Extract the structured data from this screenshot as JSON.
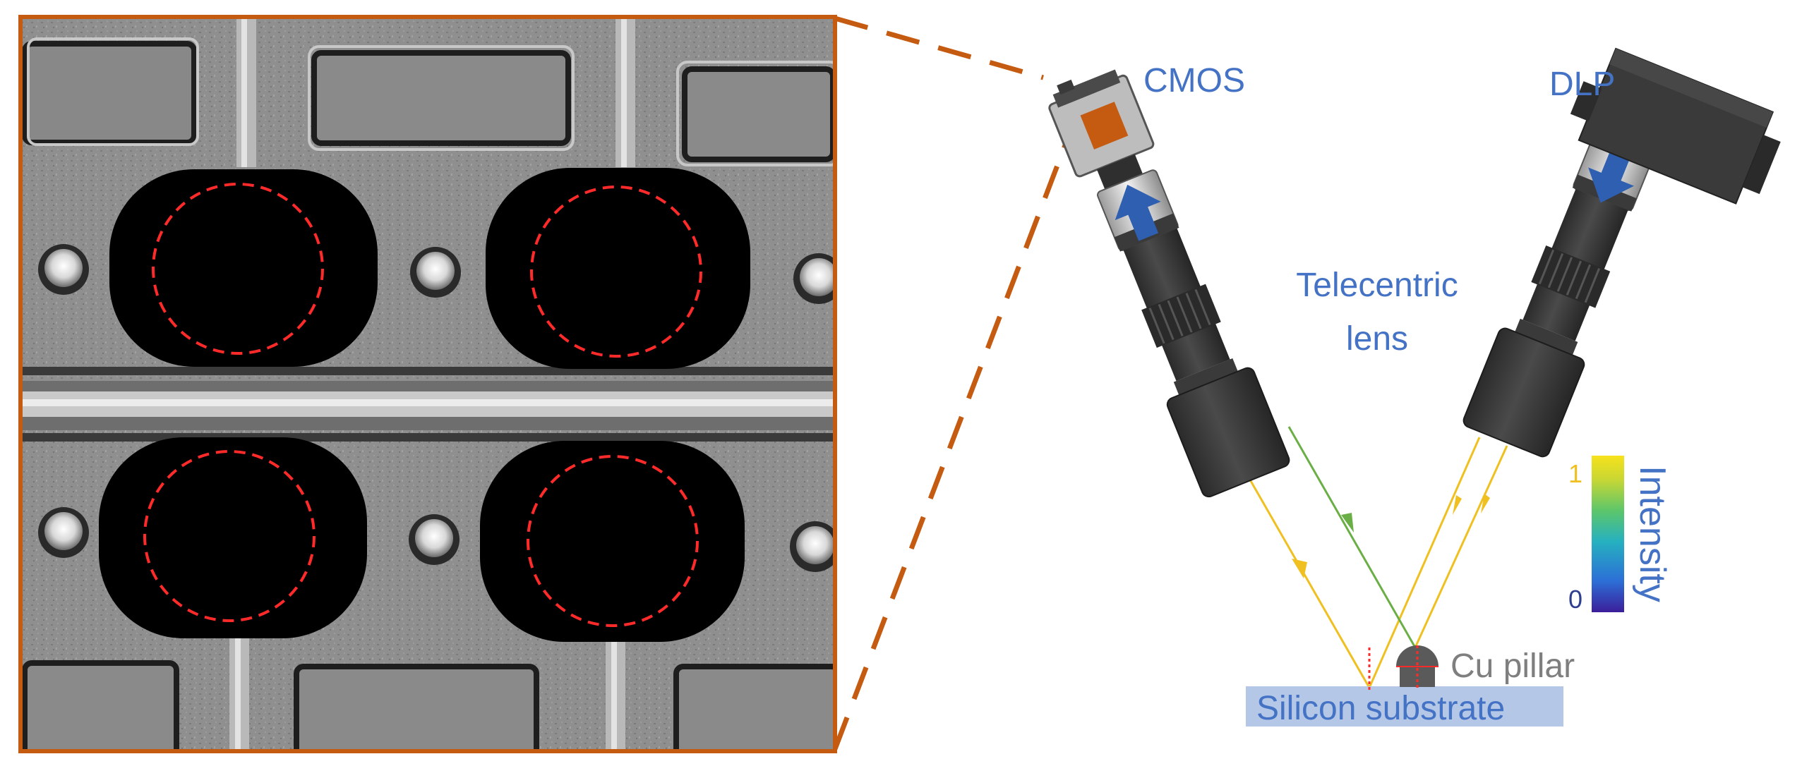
{
  "labels": {
    "cmos": "CMOS",
    "dlp": "DLP",
    "telecentric_line1": "Telecentric",
    "telecentric_line2": "lens",
    "cu_pillar": "Cu pillar",
    "silicon_substrate": "Silicon substrate"
  },
  "colorbar": {
    "title": "Intensity",
    "max_label": "1",
    "min_label": "0",
    "stops": [
      "#3b1e9a",
      "#2c6fd6",
      "#26b0c0",
      "#5dc66a",
      "#c9d733",
      "#f7e21b"
    ]
  },
  "colors": {
    "label_blue": "#4472c4",
    "label_gray": "#7f7f7f",
    "frame_orange": "#c55a11",
    "ray_yellow": "#f0c020",
    "ray_green": "#6aaf46",
    "substrate": "#b4c7e7",
    "pillar": "#5a5a5a",
    "circle_red": "#ff2a2a"
  },
  "micrograph": {
    "pads": 4,
    "bumps": 6
  }
}
